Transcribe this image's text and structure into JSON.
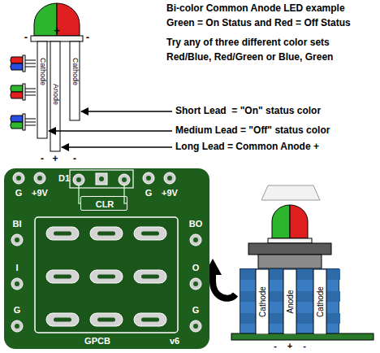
{
  "diagram": {
    "nodes": [
      {
        "text": [
          "G",
          "+9V",
          "D1",
          "G",
          "+9V",
          "BI",
          "BO",
          "I",
          "O",
          "G",
          "G",
          "GPCB",
          "v6"
        ]
      },
      {
        "text": [
          "CLR"
        ],
        "in": 0
      },
      {
        "text": [
          "Cathode",
          "Anode",
          "Cathode"
        ]
      }
    ],
    "labels": [
      "Bi-color Common Anode LED example",
      "Green = On Status and Red = Off Status",
      "Try any of three different color sets",
      "Red/Blue, Red/Green or Blue, Green",
      "Short Lead  = \"On\" status color",
      "Medium Lead = \"Off\" status color",
      "Long Lead = Common Anode +",
      "-",
      "+",
      "-",
      "Cathode",
      "Anode",
      "Cathode",
      "-",
      "+",
      "-",
      "-",
      "+",
      "-"
    ]
  }
}
